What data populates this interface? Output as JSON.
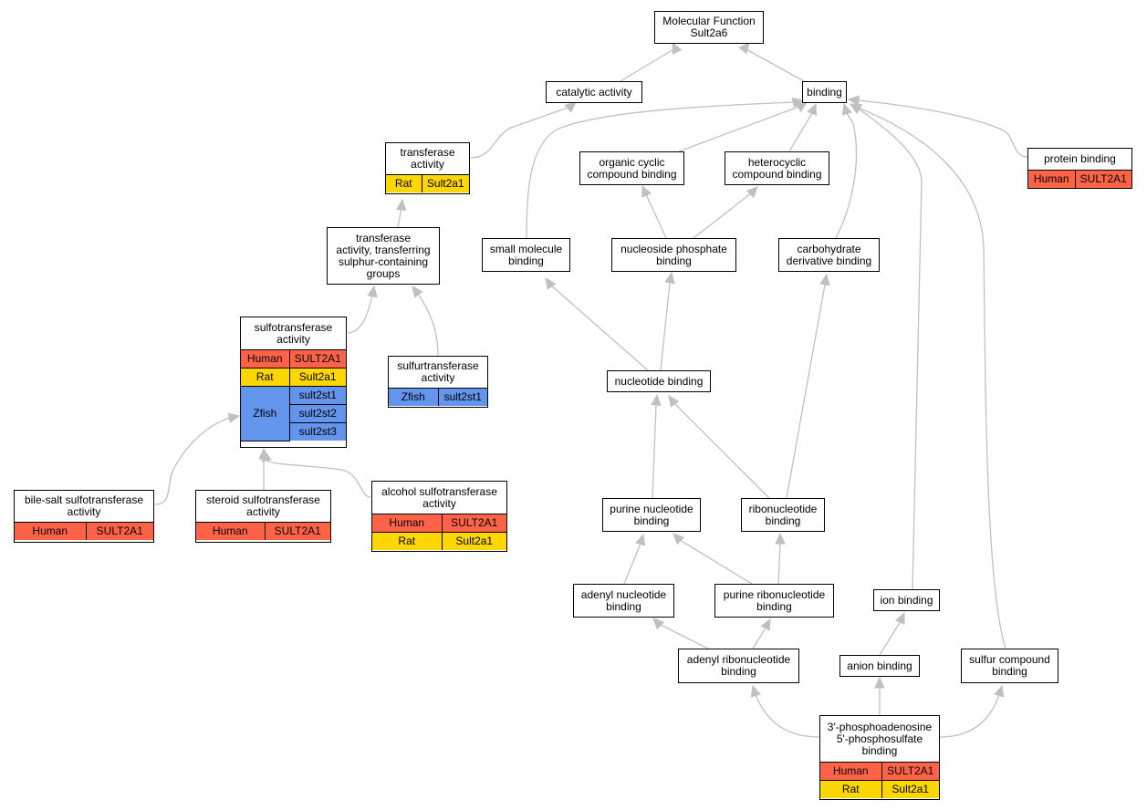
{
  "colors": {
    "human": "#ff6347",
    "rat": "#ffd700",
    "zfish": "#6495ed",
    "edge": "#c0c0c0"
  },
  "nodes": {
    "mf": {
      "label": "Molecular Function\nSult2a6"
    },
    "catalytic": {
      "label": "catalytic activity"
    },
    "binding": {
      "label": "binding"
    },
    "transferase": {
      "label": "transferase\nactivity",
      "rows": [
        {
          "species": "Rat",
          "genes": [
            "Sult2a1"
          ]
        }
      ]
    },
    "protein_binding": {
      "label": "protein binding",
      "rows": [
        {
          "species": "Human",
          "genes": [
            "SULT2A1"
          ]
        }
      ]
    },
    "organic_cyclic": {
      "label": "organic cyclic\ncompound binding"
    },
    "heterocyclic": {
      "label": "heterocyclic\ncompound binding"
    },
    "transferase_sulphur": {
      "label": "transferase\nactivity, transferring\nsulphur-containing\ngroups"
    },
    "small_molecule": {
      "label": "small molecule\nbinding"
    },
    "nucleoside_phosphate": {
      "label": "nucleoside phosphate\nbinding"
    },
    "carbohydrate": {
      "label": "carbohydrate\nderivative binding"
    },
    "sulfotransferase": {
      "label": "sulfotransferase\nactivity",
      "rows": [
        {
          "species": "Human",
          "genes": [
            "SULT2A1"
          ]
        },
        {
          "species": "Rat",
          "genes": [
            "Sult2a1"
          ]
        },
        {
          "species": "Zfish",
          "genes": [
            "sult2st1",
            "sult2st2",
            "sult2st3"
          ]
        }
      ]
    },
    "sulfurtransferase": {
      "label": "sulfurtransferase\nactivity",
      "rows": [
        {
          "species": "Zfish",
          "genes": [
            "sult2st1"
          ]
        }
      ]
    },
    "nucleotide": {
      "label": "nucleotide binding"
    },
    "bile_salt": {
      "label": "bile-salt sulfotransferase\nactivity",
      "rows": [
        {
          "species": "Human",
          "genes": [
            "SULT2A1"
          ]
        }
      ]
    },
    "steroid": {
      "label": "steroid sulfotransferase\nactivity",
      "rows": [
        {
          "species": "Human",
          "genes": [
            "SULT2A1"
          ]
        }
      ]
    },
    "alcohol": {
      "label": "alcohol sulfotransferase\nactivity",
      "rows": [
        {
          "species": "Human",
          "genes": [
            "SULT2A1"
          ]
        },
        {
          "species": "Rat",
          "genes": [
            "Sult2a1"
          ]
        }
      ]
    },
    "purine_nucleotide": {
      "label": "purine nucleotide\nbinding"
    },
    "ribonucleotide": {
      "label": "ribonucleotide\nbinding"
    },
    "adenyl_nucleotide": {
      "label": "adenyl nucleotide\nbinding"
    },
    "purine_ribonucleotide": {
      "label": "purine ribonucleotide\nbinding"
    },
    "ion": {
      "label": "ion binding"
    },
    "adenyl_ribonucleotide": {
      "label": "adenyl ribonucleotide\nbinding"
    },
    "anion": {
      "label": "anion binding"
    },
    "sulfur_compound": {
      "label": "sulfur compound\nbinding"
    },
    "paps": {
      "label": "3'-phosphoadenosine\n5'-phosphosulfate\nbinding",
      "rows": [
        {
          "species": "Human",
          "genes": [
            "SULT2A1"
          ]
        },
        {
          "species": "Rat",
          "genes": [
            "Sult2a1"
          ]
        }
      ]
    }
  }
}
